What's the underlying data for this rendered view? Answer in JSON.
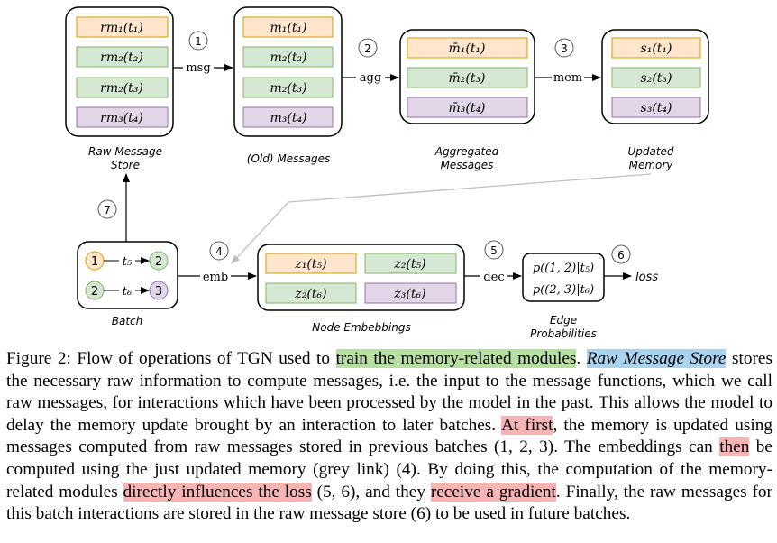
{
  "diagram": {
    "raw_store": {
      "items": [
        "rm₁(t₁)",
        "rm₂(t₂)",
        "rm₂(t₃)",
        "rm₃(t₄)"
      ],
      "label1": "Raw Message",
      "label2": "Store"
    },
    "old_messages": {
      "items": [
        "m₁(t₁)",
        "m₂(t₂)",
        "m₂(t₃)",
        "m₃(t₄)"
      ],
      "label": "(Old) Messages"
    },
    "aggregated": {
      "items": [
        "m̄₁(t₁)",
        "m̄₂(t₃)",
        "m̄₃(t₄)"
      ],
      "label1": "Aggregated",
      "label2": "Messages"
    },
    "updated": {
      "items": [
        "s₁(t₁)",
        "s₂(t₃)",
        "s₃(t₄)"
      ],
      "label1": "Updated",
      "label2": "Memory"
    },
    "batch": {
      "label": "Batch",
      "nodes": [
        "1",
        "2",
        "2",
        "3"
      ],
      "edge1": "t₅",
      "edge2": "t₆"
    },
    "node_emb": {
      "items": [
        "z₁(t₅)",
        "z₂(t₅)",
        "z₂(t₆)",
        "z₃(t₆)"
      ],
      "label": "Node Embebbings"
    },
    "edge_prob": {
      "items": [
        "p((1, 2)|t₅)",
        "p((2, 3)|t₆)"
      ],
      "label1": "Edge",
      "label2": "Probabilities"
    },
    "arrows": {
      "msg": "msg",
      "agg": "agg",
      "mem": "mem",
      "emb": "emb",
      "dec": "dec",
      "loss": "loss"
    },
    "steps": [
      "1",
      "2",
      "3",
      "4",
      "5",
      "6",
      "7"
    ]
  },
  "caption": {
    "prefix": "Figure 2: Flow of operations of TGN used to ",
    "hl_train": "train the memory-related modules",
    "after_train": ". ",
    "hl_raw_store": "Raw Message Store",
    "text_2": " stores the necessary raw information to compute messages, i.e. the input to the message functions, which we call raw messages, for interactions which have been processed by the model in the past. This allows the model to delay the memory update brought by an interaction to later batches. ",
    "hl_at_first": "At first",
    "text_3": ", the memory is updated using messages computed from raw messages stored in previous batches (1, 2, 3). The embeddings can ",
    "hl_then": "then",
    "text_4": " be computed using the just updated memory (grey link) (4). By doing this, the computation of the memory-related modules ",
    "hl_influences": "directly influences the loss",
    "text_5": " (5, 6), and they ",
    "hl_gradient": "receive a gradient",
    "text_6": ". Finally, the raw messages for this batch interactions are stored in the raw message store (6) to be used in future batches."
  },
  "colors": {
    "orange_fill": "#ffe6cc",
    "orange_stroke": "#d79b00",
    "green_fill": "#d5e8d4",
    "green_stroke": "#82b366",
    "purple_fill": "#e1d5e7",
    "purple_stroke": "#9673a6",
    "hl_green": "#b8dfa2",
    "hl_red": "#f6b4b4",
    "hl_blue": "#a9d3ef"
  }
}
